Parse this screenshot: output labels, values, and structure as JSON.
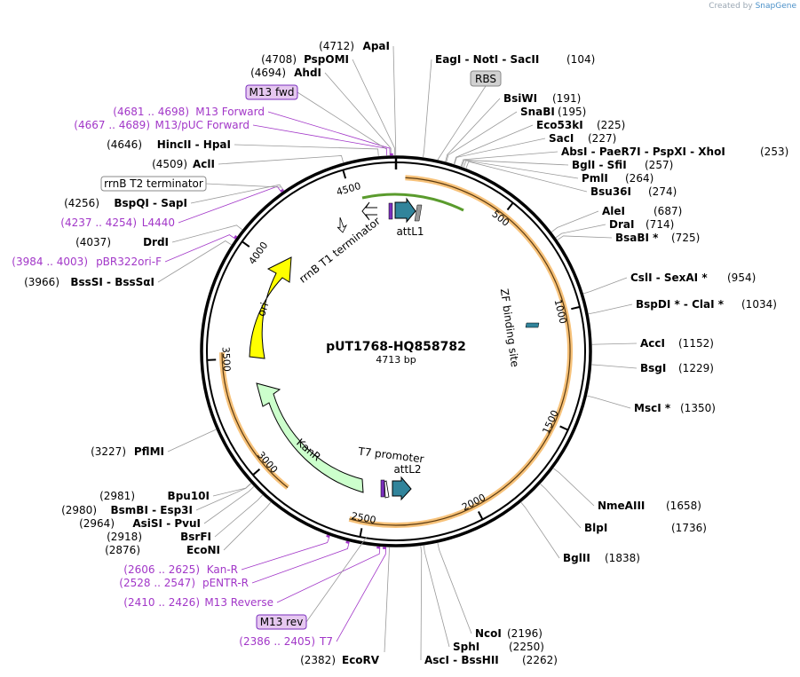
{
  "credit": {
    "prefix": "Created by",
    "brand": "SnapGene"
  },
  "plasmid": {
    "name": "pUT1768-HQ858782",
    "size_label": "4713 bp",
    "length": 4713
  },
  "ticks": [
    {
      "pos": 500,
      "label": "500"
    },
    {
      "pos": 1000,
      "label": "1000"
    },
    {
      "pos": 1500,
      "label": "1500"
    },
    {
      "pos": 2000,
      "label": "2000"
    },
    {
      "pos": 2500,
      "label": "2500"
    },
    {
      "pos": 3000,
      "label": "3000"
    },
    {
      "pos": 3500,
      "label": "3500"
    },
    {
      "pos": 4000,
      "label": "4000"
    },
    {
      "pos": 4500,
      "label": "4500"
    }
  ],
  "enzymes_right": [
    {
      "name": "EagI  -  NotI  -  SacII",
      "pos": "(104)",
      "site": 104
    },
    {
      "name": "BsiWI",
      "pos": "(191)",
      "site": 191
    },
    {
      "name": "SnaBI",
      "pos": "(195)",
      "site": 195
    },
    {
      "name": "Eco53kI",
      "pos": "(225)",
      "site": 225
    },
    {
      "name": "SacI",
      "pos": "(227)",
      "site": 227
    },
    {
      "name": "AbsI  -  PaeR7I  -  PspXI  -  XhoI",
      "pos": "(253)",
      "site": 253
    },
    {
      "name": "BglI  -  SfiI",
      "pos": "(257)",
      "site": 257
    },
    {
      "name": "PmlI",
      "pos": "(264)",
      "site": 264
    },
    {
      "name": "Bsu36I",
      "pos": "(274)",
      "site": 274
    },
    {
      "name": "AleI",
      "pos": "(687)",
      "site": 687
    },
    {
      "name": "DraI",
      "pos": "(714)",
      "site": 714
    },
    {
      "name": "BsaBI *",
      "pos": "(725)",
      "site": 725
    },
    {
      "name": "CslI  -  SexAI *",
      "pos": "(954)",
      "site": 954
    },
    {
      "name": "BspDI *  -  ClaI *",
      "pos": "(1034)",
      "site": 1034
    },
    {
      "name": "AccI",
      "pos": "(1152)",
      "site": 1152
    },
    {
      "name": "BsgI",
      "pos": "(1229)",
      "site": 1229
    },
    {
      "name": "MscI *",
      "pos": "(1350)",
      "site": 1350
    },
    {
      "name": "NmeAIII",
      "pos": "(1658)",
      "site": 1658
    },
    {
      "name": "BlpI",
      "pos": "(1736)",
      "site": 1736
    },
    {
      "name": "BglII",
      "pos": "(1838)",
      "site": 1838
    },
    {
      "name": "NcoI",
      "pos": "(2196)",
      "site": 2196
    },
    {
      "name": "SphI",
      "pos": "(2250)",
      "site": 2250
    },
    {
      "name": "AscI  -  BssHII",
      "pos": "(2262)",
      "site": 2262
    },
    {
      "name": "EcoRV",
      "pos": "(2382)",
      "site": 2382
    }
  ],
  "enzymes_left": [
    {
      "name": "ApaI",
      "pos": "(4712)",
      "site": 4712
    },
    {
      "name": "PspOMI",
      "pos": "(4708)",
      "site": 4708
    },
    {
      "name": "AhdI",
      "pos": "(4694)",
      "site": 4694
    },
    {
      "name": "HincII  -  HpaI",
      "pos": "(4646)",
      "site": 4646
    },
    {
      "name": "AclI",
      "pos": "(4509)",
      "site": 4509
    },
    {
      "name": "BspQI  -  SapI",
      "pos": "(4256)",
      "site": 4256
    },
    {
      "name": "DrdI",
      "pos": "(4037)",
      "site": 4037
    },
    {
      "name": "BssSI  -  BssSαI",
      "pos": "(3966)",
      "site": 3966
    },
    {
      "name": "PflMI",
      "pos": "(3227)",
      "site": 3227
    },
    {
      "name": "Bpu10I",
      "pos": "(2981)",
      "site": 2981
    },
    {
      "name": "BsmBI  -  Esp3I",
      "pos": "(2980)",
      "site": 2980
    },
    {
      "name": "AsiSI  -  PvuI",
      "pos": "(2964)",
      "site": 2964
    },
    {
      "name": "BsrFI",
      "pos": "(2918)",
      "site": 2918
    },
    {
      "name": "EcoNI",
      "pos": "(2876)",
      "site": 2876
    }
  ],
  "primers": [
    {
      "range": "(4681 .. 4698)",
      "name": "M13 Forward",
      "site": 4690
    },
    {
      "range": "(4667 .. 4689)",
      "name": "M13/pUC Forward",
      "site": 4678
    },
    {
      "range": "(4237 .. 4254)",
      "name": "L4440",
      "site": 4245
    },
    {
      "range": "(3984 .. 4003)",
      "name": "pBR322ori-F",
      "site": 3993
    },
    {
      "range": "(2606 .. 2625)",
      "name": "Kan-R",
      "site": 2615
    },
    {
      "range": "(2528 .. 2547)",
      "name": "pENTR-R",
      "site": 2537
    },
    {
      "range": "(2410 .. 2426)",
      "name": "M13 Reverse",
      "site": 2418
    },
    {
      "range": "(2386 .. 2405)",
      "name": "T7",
      "site": 2395
    }
  ],
  "boxed_labels": [
    {
      "text": "M13 fwd",
      "kind": "purple"
    },
    {
      "text": "RBS",
      "kind": "gray"
    },
    {
      "text": "rrnB T2 terminator",
      "kind": "white"
    },
    {
      "text": "M13 rev",
      "kind": "purple"
    }
  ],
  "features": {
    "rrnB_T1": "rrnB T1 terminator",
    "attL1": "attL1",
    "zf": "ZF binding site",
    "ori": "ori",
    "kanr": "KanR",
    "t7": "T7 promoter",
    "attL2": "attL2"
  },
  "colors": {
    "primer": "#a237c8",
    "ori": "#ffff00",
    "kanr": "#ccffcc",
    "att": "#31849b",
    "orange": "#f5a623",
    "green_arc": "#66bb33"
  }
}
